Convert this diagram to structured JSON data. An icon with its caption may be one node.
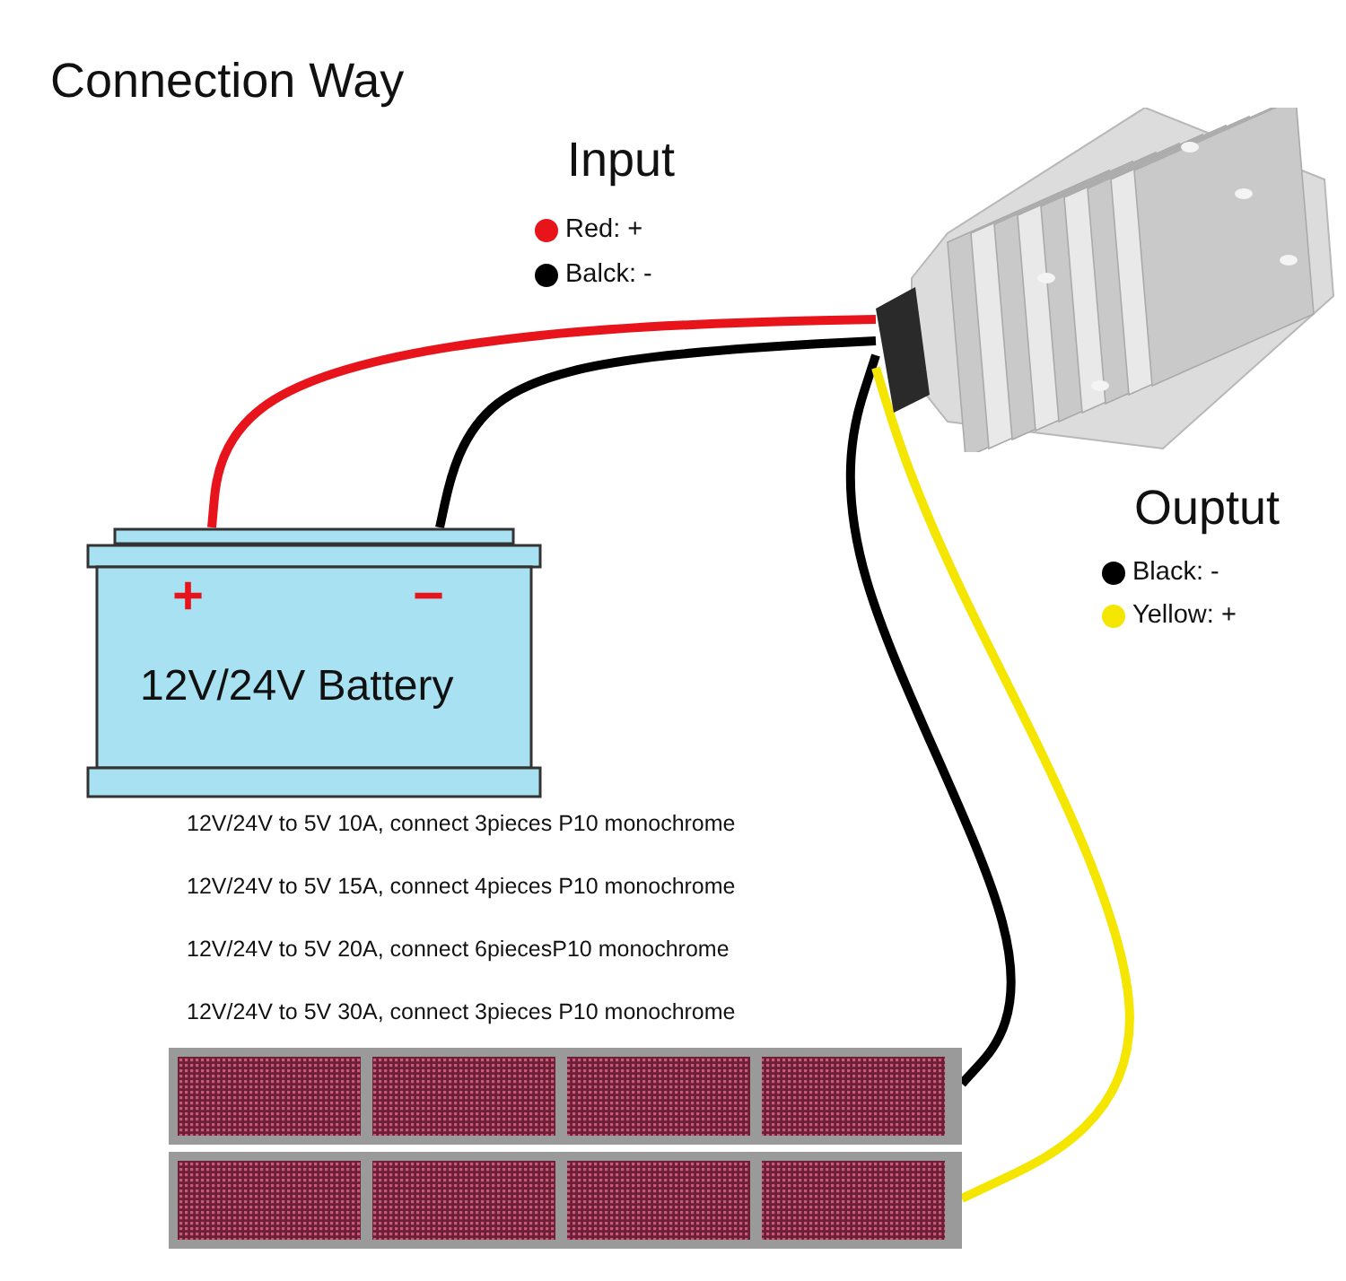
{
  "diagram": {
    "title": "Connection Way",
    "nodes": [
      {
        "text": [
          "+",
          "−",
          "12V/24V Battery"
        ]
      },
      {
        "text": [],
        "shape": "picture"
      },
      {
        "text": [],
        "shape": "picture"
      },
      {
        "text": [],
        "shape": "picture"
      }
    ],
    "edges": [
      {
        "from": 0,
        "to": 1,
        "arrow": "none",
        "color": "#e8141b"
      },
      {
        "from": 0,
        "to": 1,
        "arrow": "none"
      },
      {
        "from": 1,
        "to": 2,
        "arrow": "none"
      },
      {
        "from": 1,
        "to": 3,
        "arrow": "none",
        "color": "#f5e600"
      }
    ],
    "labels": [
      "Input",
      "Ouptut",
      "12V/24V to 5V 10A, connect 3pieces P10 monochrome",
      "12V/24V to 5V 15A, connect 4pieces P10 monochrome",
      "12V/24V to 5V 20A, connect 6piecesP10 monochrome",
      "12V/24V to 5V 30A, connect 3pieces P10 monochrome"
    ],
    "legend": [
      {
        "text": "Red: +",
        "color": "#e8141b"
      },
      {
        "text": "Balck: -",
        "color": "#000000"
      },
      {
        "text": "Black: -",
        "color": "#000000"
      },
      {
        "text": "Yellow: +",
        "color": "#f5e600"
      }
    ]
  }
}
